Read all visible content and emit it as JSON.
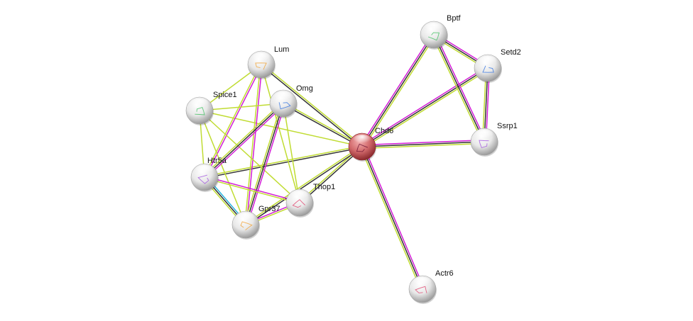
{
  "title": "STRING protein interaction network",
  "edge_colors": {
    "experiments": "#d21cd6",
    "coexpression": "#333333",
    "textmining": "#c0dc32",
    "databases": "#25b3dc"
  },
  "node_colors": {
    "query": "#c0555a",
    "default": "#e6e6e6"
  },
  "nodes": [
    {
      "id": "Chd6",
      "label": "Chd6",
      "query": true,
      "structure": "protein-structure-icon"
    },
    {
      "id": "Lum",
      "label": "Lum",
      "query": false,
      "structure": "protein-structure-icon"
    },
    {
      "id": "Spice1",
      "label": "Spice1",
      "query": false,
      "structure": "protein-structure-icon"
    },
    {
      "id": "Omg",
      "label": "Omg",
      "query": false,
      "structure": "protein-structure-icon"
    },
    {
      "id": "Htr5a",
      "label": "Htr5a",
      "query": false,
      "structure": "protein-structure-icon"
    },
    {
      "id": "Thop1",
      "label": "Thop1",
      "query": false,
      "structure": "protein-structure-icon"
    },
    {
      "id": "Gpr37",
      "label": "Gpr37",
      "query": false,
      "structure": "protein-structure-icon"
    },
    {
      "id": "Bptf",
      "label": "Bptf",
      "query": false,
      "structure": "protein-structure-icon"
    },
    {
      "id": "Setd2",
      "label": "Setd2",
      "query": false,
      "structure": "protein-structure-icon"
    },
    {
      "id": "Ssrp1",
      "label": "Ssrp1",
      "query": false,
      "structure": "protein-structure-icon"
    },
    {
      "id": "Actr6",
      "label": "Actr6",
      "query": false,
      "structure": "protein-structure-icon"
    }
  ],
  "edges": [
    {
      "source": "Chd6",
      "target": "Bptf",
      "evidence": [
        "experiments",
        "coexpression",
        "textmining"
      ]
    },
    {
      "source": "Chd6",
      "target": "Setd2",
      "evidence": [
        "experiments",
        "coexpression",
        "textmining"
      ]
    },
    {
      "source": "Chd6",
      "target": "Ssrp1",
      "evidence": [
        "experiments",
        "coexpression",
        "textmining"
      ]
    },
    {
      "source": "Chd6",
      "target": "Actr6",
      "evidence": [
        "experiments",
        "coexpression",
        "textmining"
      ]
    },
    {
      "source": "Chd6",
      "target": "Lum",
      "evidence": [
        "coexpression",
        "textmining"
      ]
    },
    {
      "source": "Chd6",
      "target": "Omg",
      "evidence": [
        "coexpression",
        "textmining"
      ]
    },
    {
      "source": "Chd6",
      "target": "Spice1",
      "evidence": [
        "textmining"
      ]
    },
    {
      "source": "Chd6",
      "target": "Htr5a",
      "evidence": [
        "coexpression",
        "textmining"
      ]
    },
    {
      "source": "Chd6",
      "target": "Thop1",
      "evidence": [
        "coexpression",
        "textmining"
      ]
    },
    {
      "source": "Chd6",
      "target": "Gpr37",
      "evidence": [
        "coexpression",
        "textmining"
      ]
    },
    {
      "source": "Bptf",
      "target": "Setd2",
      "evidence": [
        "experiments",
        "coexpression",
        "textmining"
      ]
    },
    {
      "source": "Bptf",
      "target": "Ssrp1",
      "evidence": [
        "experiments",
        "coexpression",
        "textmining"
      ]
    },
    {
      "source": "Setd2",
      "target": "Ssrp1",
      "evidence": [
        "experiments",
        "coexpression",
        "textmining"
      ]
    },
    {
      "source": "Lum",
      "target": "Spice1",
      "evidence": [
        "textmining"
      ]
    },
    {
      "source": "Lum",
      "target": "Htr5a",
      "evidence": [
        "experiments",
        "textmining"
      ]
    },
    {
      "source": "Lum",
      "target": "Gpr37",
      "evidence": [
        "experiments",
        "textmining"
      ]
    },
    {
      "source": "Lum",
      "target": "Thop1",
      "evidence": [
        "textmining"
      ]
    },
    {
      "source": "Spice1",
      "target": "Omg",
      "evidence": [
        "textmining"
      ]
    },
    {
      "source": "Spice1",
      "target": "Htr5a",
      "evidence": [
        "textmining"
      ]
    },
    {
      "source": "Spice1",
      "target": "Gpr37",
      "evidence": [
        "textmining"
      ]
    },
    {
      "source": "Spice1",
      "target": "Thop1",
      "evidence": [
        "textmining"
      ]
    },
    {
      "source": "Omg",
      "target": "Htr5a",
      "evidence": [
        "experiments",
        "coexpression",
        "textmining"
      ]
    },
    {
      "source": "Omg",
      "target": "Gpr37",
      "evidence": [
        "experiments",
        "coexpression",
        "textmining"
      ]
    },
    {
      "source": "Omg",
      "target": "Thop1",
      "evidence": [
        "textmining"
      ]
    },
    {
      "source": "Htr5a",
      "target": "Gpr37",
      "evidence": [
        "databases",
        "coexpression",
        "textmining"
      ]
    },
    {
      "source": "Htr5a",
      "target": "Thop1",
      "evidence": [
        "experiments",
        "textmining"
      ]
    },
    {
      "source": "Gpr37",
      "target": "Thop1",
      "evidence": [
        "experiments",
        "textmining"
      ]
    }
  ]
}
